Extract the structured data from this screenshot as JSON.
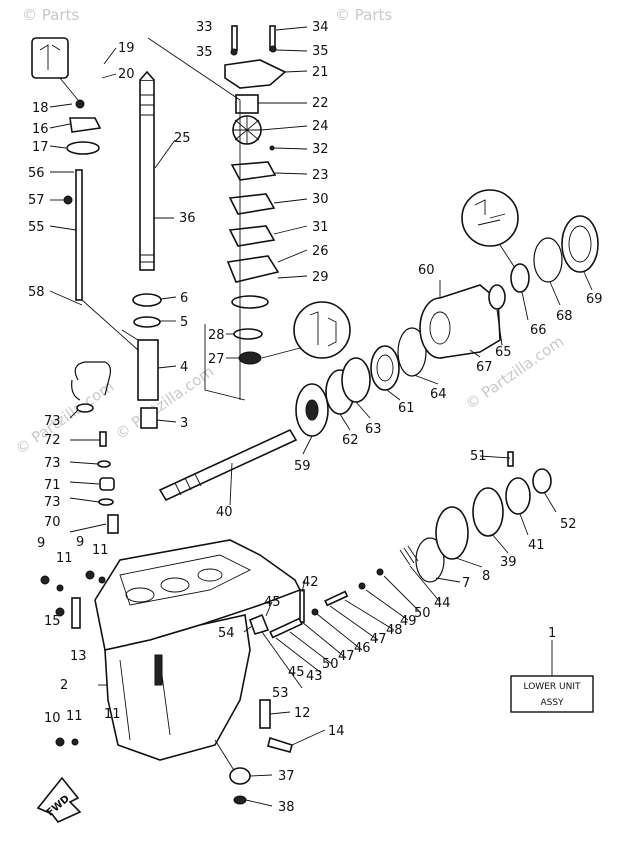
{
  "watermarks": [
    "© Parts",
    "© Parts",
    "© Partzilla.com",
    "© Partzilla.com",
    "© Partzilla.com"
  ],
  "box": {
    "line1": "LOWER UNIT",
    "line2": "ASSY"
  },
  "fwd_label": "FWD",
  "callouts": {
    "c1": "1",
    "c2": "2",
    "c3": "3",
    "c4": "4",
    "c5": "5",
    "c6": "6",
    "c7": "7",
    "c8": "8",
    "c9a": "9",
    "c9b": "9",
    "c10": "10",
    "c11a": "11",
    "c11b": "11",
    "c11c": "11",
    "c11d": "11",
    "c12": "12",
    "c13": "13",
    "c14": "14",
    "c15": "15",
    "c16": "16",
    "c17": "17",
    "c18": "18",
    "c19": "19",
    "c20": "20",
    "c21": "21",
    "c22": "22",
    "c23": "23",
    "c24": "24",
    "c25": "25",
    "c26": "26",
    "c27": "27",
    "c28": "28",
    "c29": "29",
    "c30": "30",
    "c31": "31",
    "c32": "32",
    "c33": "33",
    "c34": "34",
    "c35a": "35",
    "c35b": "35",
    "c36": "36",
    "c37": "37",
    "c38": "38",
    "c39": "39",
    "c40": "40",
    "c41": "41",
    "c42": "42",
    "c43": "43",
    "c44": "44",
    "c45a": "45",
    "c45b": "45",
    "c46": "46",
    "c47a": "47",
    "c47b": "47",
    "c48": "48",
    "c49": "49",
    "c50a": "50",
    "c50b": "50",
    "c51": "51",
    "c52": "52",
    "c53": "53",
    "c54": "54",
    "c55": "55",
    "c56": "56",
    "c57": "57",
    "c58": "58",
    "c59": "59",
    "c60": "60",
    "c61": "61",
    "c62": "62",
    "c63": "63",
    "c64": "64",
    "c65": "65",
    "c66": "66",
    "c67": "67",
    "c68": "68",
    "c69": "69",
    "c70": "70",
    "c71": "71",
    "c72": "72",
    "c73a": "73",
    "c73b": "73",
    "c73c": "73"
  }
}
